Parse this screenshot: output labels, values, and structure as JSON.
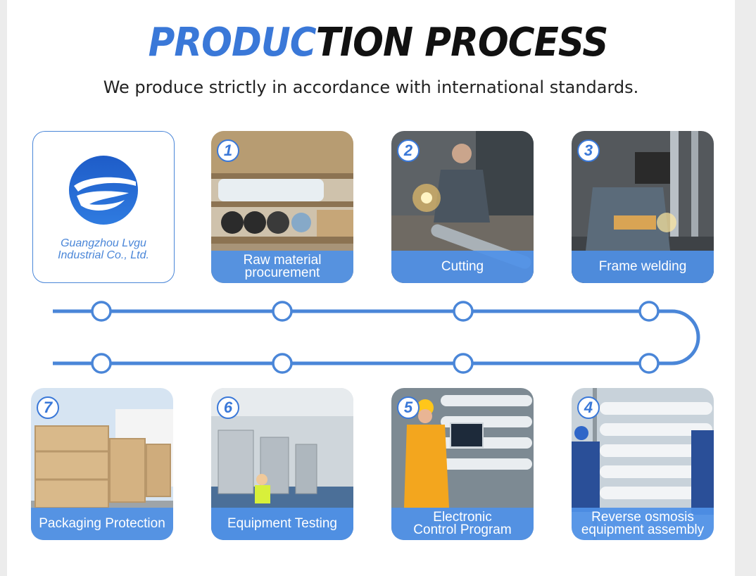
{
  "header": {
    "title_highlight": "PRODUC",
    "title_rest": "TION PROCESS",
    "subtitle": "We produce strictly in accordance with international standards."
  },
  "company": {
    "line1": "Guangzhou Lvgu",
    "line2": "Industrial Co., Ltd."
  },
  "steps": [
    {
      "number": "1",
      "label_line1": "Raw material",
      "label_line2": "procurement"
    },
    {
      "number": "2",
      "label_line1": "Cutting",
      "label_line2": ""
    },
    {
      "number": "3",
      "label_line1": "Frame welding",
      "label_line2": ""
    },
    {
      "number": "4",
      "label_line1": "Reverse osmosis",
      "label_line2": "equipment assembly"
    },
    {
      "number": "5",
      "label_line1": "Electronic",
      "label_line2": "Control Program"
    },
    {
      "number": "6",
      "label_line1": "Equipment  Testing",
      "label_line2": ""
    },
    {
      "number": "7",
      "label_line1": "Packaging  Protection",
      "label_line2": ""
    }
  ],
  "colors": {
    "accent": "#3a78d8",
    "label_bg": "#4f91e8",
    "timeline": "#4a86d8"
  }
}
